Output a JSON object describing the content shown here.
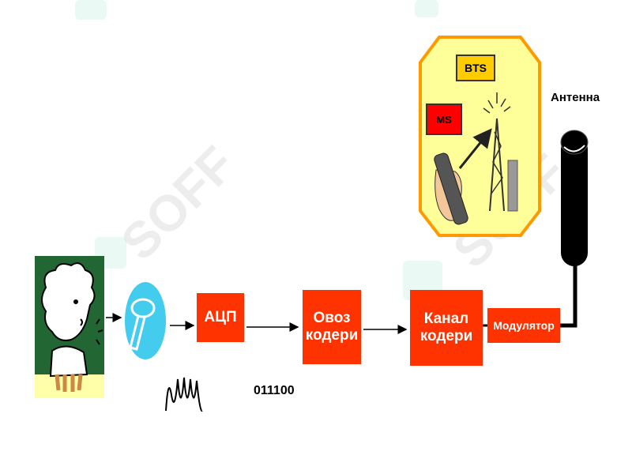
{
  "boxes": {
    "adc": "АЦП",
    "voice_coder": "Овоз\nкодери",
    "channel_coder": "Канал\nкодери",
    "modulator": "Модулятор"
  },
  "labels": {
    "antenna": "Антенна",
    "bits": "011100"
  },
  "inset": {
    "bts": "BTS",
    "ms": "MS"
  },
  "watermark": "SOFF",
  "colors": {
    "block": "#ff3300",
    "inset_bg": "#ffff99",
    "inset_border": "#ff9900",
    "microphone": "#44ccee",
    "chalkboard": "#226633"
  }
}
